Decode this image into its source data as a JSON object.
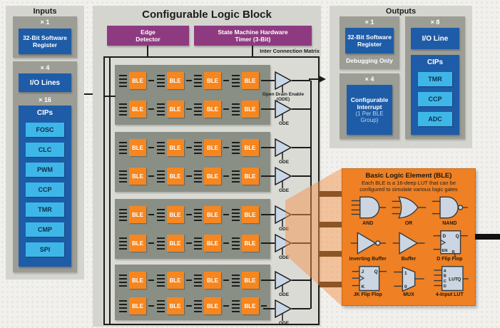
{
  "inputs": {
    "title": "Inputs",
    "sw_register": {
      "count": "× 1",
      "label": "32-Bit Software Register"
    },
    "io": {
      "count": "× 4",
      "label": "I/O Lines"
    },
    "cips": {
      "count": "× 16",
      "label": "CIPs",
      "items": [
        "FOSC",
        "CLC",
        "PWM",
        "CCP",
        "TMR",
        "CMP",
        "SPI"
      ]
    }
  },
  "clb": {
    "title": "Configurable Logic Block",
    "edge_detector": "Edge Detector",
    "state_machine": "State Machine Hardware Timer (3-Bit)",
    "icm_label": "Inter Connection Matrix",
    "ble_label": "BLE",
    "groups": 4,
    "rows_per_group": 2,
    "bles_per_row": 4,
    "ode_first_label": "Open Drain Enable (ODE)",
    "ode_label": "ODE"
  },
  "outputs": {
    "title": "Outputs",
    "sw_register": {
      "count": "× 1",
      "label": "32-Bit Software Register",
      "note": "Debugging Only"
    },
    "interrupt": {
      "count": "× 4",
      "label": "Configurable Interrupt",
      "sublabel": "(1 Per BLE Group)"
    },
    "io": {
      "count": "× 8",
      "label": "I/O Line"
    },
    "cips": {
      "label": "CIPs",
      "items": [
        "TMR",
        "CCP",
        "ADC"
      ]
    }
  },
  "ble_detail": {
    "title": "Basic Logic Element (BLE)",
    "subtitle_line1": "Each BLE is a 16-deep LUT that can be",
    "subtitle_line2": "configured to simulate various logic gates",
    "gates": [
      "AND",
      "OR",
      "NAND",
      "Inverting Buffer",
      "Buffer",
      "D Flip Flop",
      "JK Flip Flop",
      "MUX",
      "4-Input LUT"
    ],
    "pins": {
      "dff": [
        "D",
        "Q",
        "EN",
        "R"
      ],
      "jkff": [
        "J",
        "Q",
        "K"
      ],
      "mux": [
        "1",
        "0"
      ],
      "lut": [
        "A",
        "B",
        "C",
        "D",
        "LUT",
        "Q"
      ]
    }
  },
  "colors": {
    "ble_orange": "#F6861F",
    "callout_orange": "#EF8023",
    "dark_blue": "#1E5CA8",
    "light_blue": "#3EB7E8",
    "purple": "#8E3A80",
    "panel_gray": "#9C9D95",
    "group_gray": "#8A8F85",
    "section_gray": "#D5D5D0",
    "highlight_brown": "#8C5524"
  }
}
